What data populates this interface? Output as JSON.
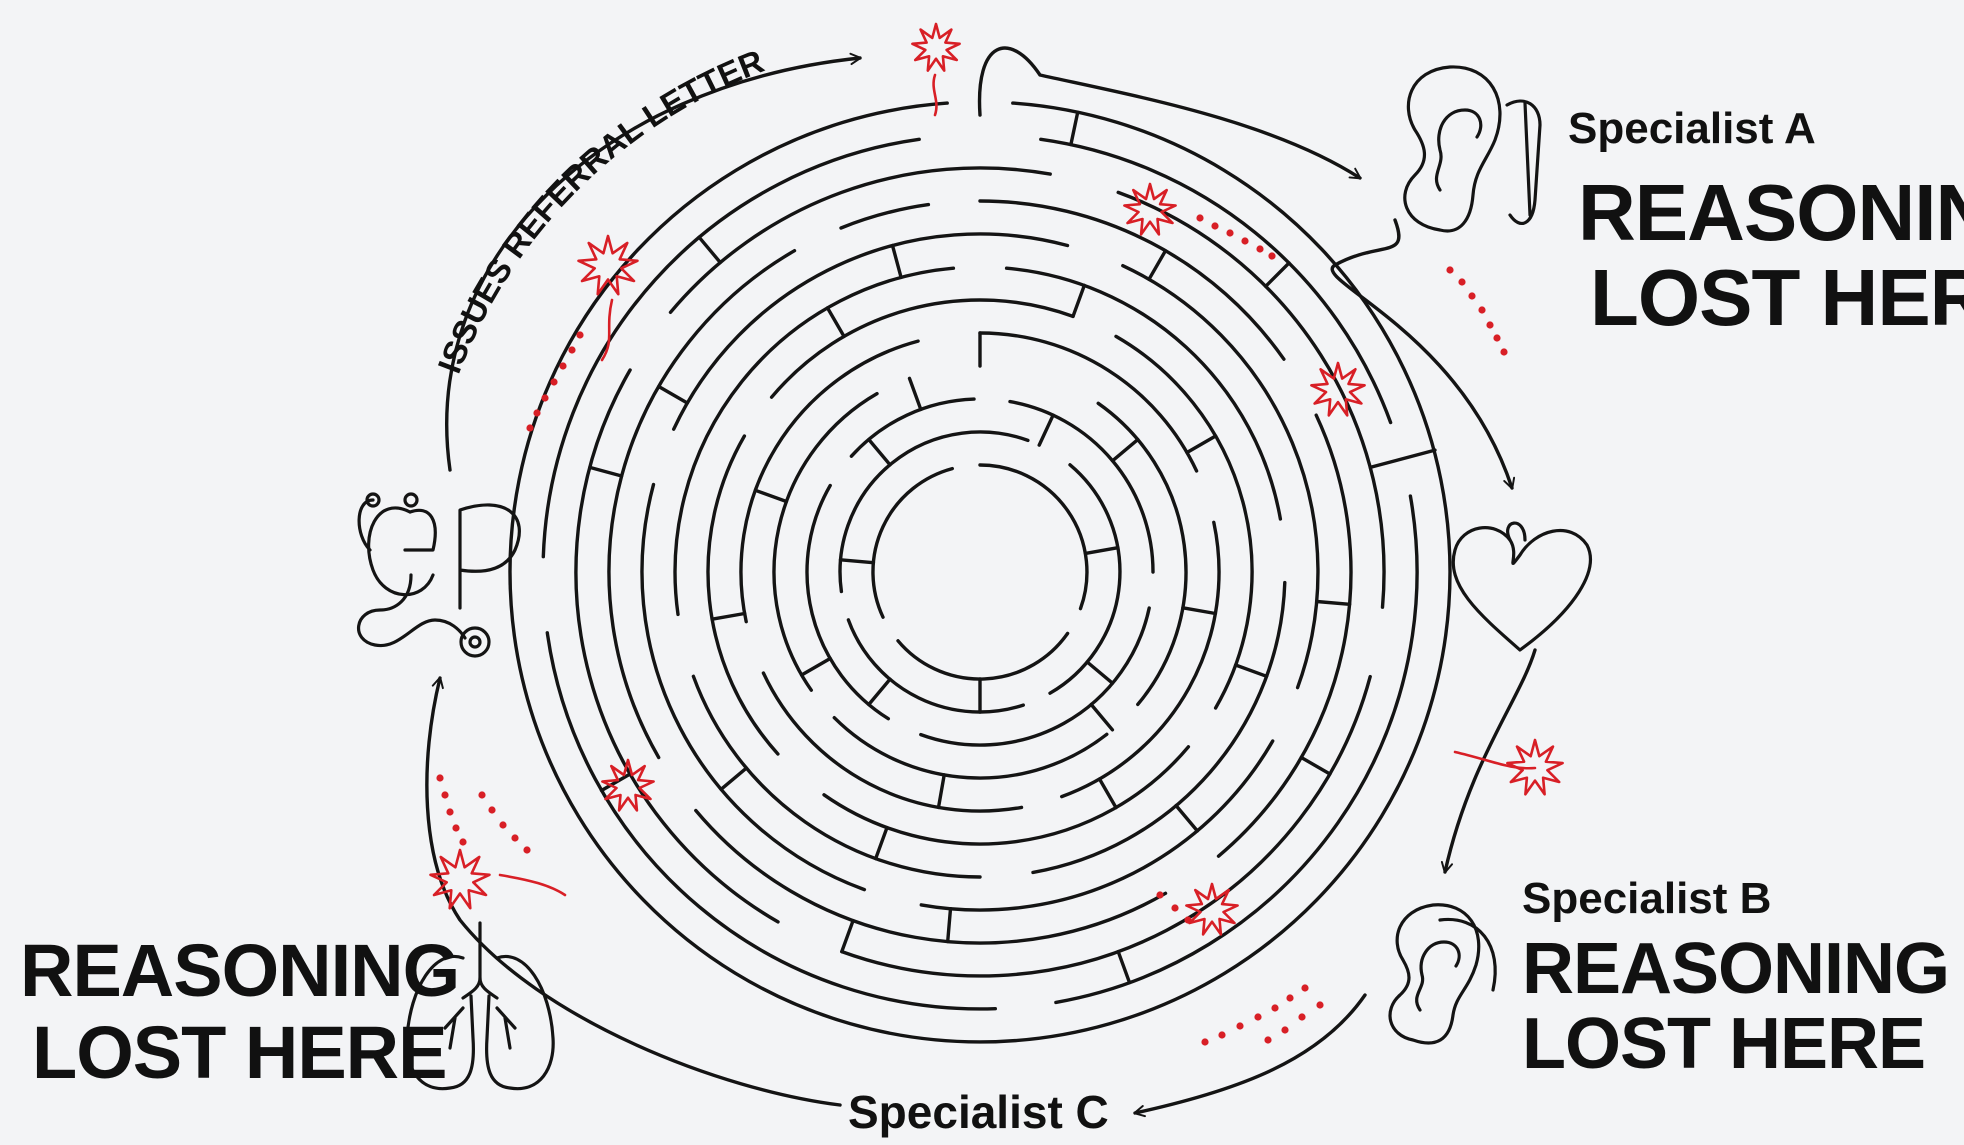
{
  "arc_label": "ISSUES REFERRAL LETTER",
  "gp_label": "GP",
  "specialist_a": {
    "name": "Specialist A",
    "warning_line1": "REASONING",
    "warning_line2": "LOST HERE"
  },
  "specialist_b": {
    "name": "Specialist B",
    "warning_line1": "REASONING",
    "warning_line2": "LOST HERE"
  },
  "specialist_c": {
    "name": "Specialist C"
  },
  "gp_warning": {
    "line1": "REASONING",
    "line2": "LOST HERE"
  },
  "icons": [
    "stethoscope-icon",
    "ear-hearing-aid-icon",
    "heart-icon",
    "ear-icon",
    "lungs-icon"
  ],
  "colors": {
    "background": "#f3f4f6",
    "ink": "#141414",
    "accent": "#d81f26"
  }
}
